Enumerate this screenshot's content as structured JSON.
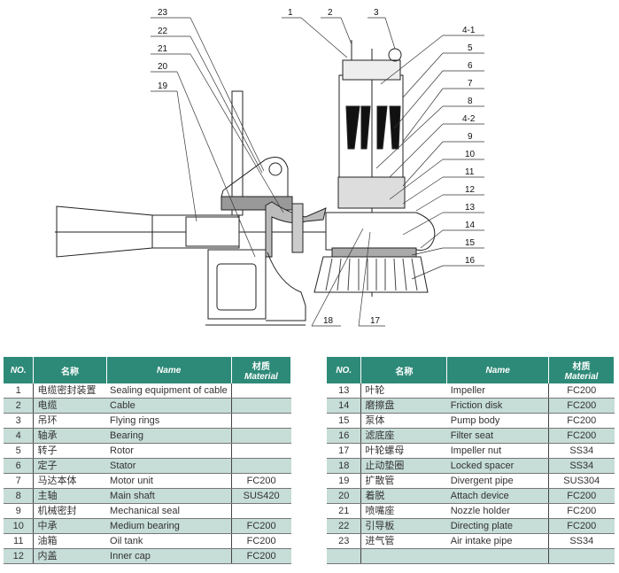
{
  "diagram": {
    "labels": [
      "1",
      "2",
      "3",
      "4-1",
      "5",
      "6",
      "7",
      "8",
      "4-2",
      "9",
      "10",
      "11",
      "12",
      "13",
      "14",
      "15",
      "16",
      "17",
      "18",
      "19",
      "20",
      "21",
      "22",
      "23"
    ]
  },
  "table_headers": {
    "no": "NO.",
    "cn": "名称",
    "name": "Name",
    "material_cn": "材质",
    "material_en": "Material"
  },
  "parts_left": [
    {
      "no": "1",
      "cn": "电缆密封装置",
      "name": "Sealing equipment of cable",
      "material": ""
    },
    {
      "no": "2",
      "cn": "电缆",
      "name": "Cable",
      "material": ""
    },
    {
      "no": "3",
      "cn": "吊环",
      "name": "Flying rings",
      "material": ""
    },
    {
      "no": "4",
      "cn": "轴承",
      "name": "Bearing",
      "material": ""
    },
    {
      "no": "5",
      "cn": "转子",
      "name": "Rotor",
      "material": ""
    },
    {
      "no": "6",
      "cn": "定子",
      "name": "Stator",
      "material": ""
    },
    {
      "no": "7",
      "cn": "马达本体",
      "name": "Motor unit",
      "material": "FC200"
    },
    {
      "no": "8",
      "cn": "主轴",
      "name": "Main shaft",
      "material": "SUS420"
    },
    {
      "no": "9",
      "cn": "机械密封",
      "name": "Mechanical seal",
      "material": ""
    },
    {
      "no": "10",
      "cn": "中承",
      "name": "Medium bearing",
      "material": "FC200"
    },
    {
      "no": "11",
      "cn": "油箱",
      "name": "Oil tank",
      "material": "FC200"
    },
    {
      "no": "12",
      "cn": "内盖",
      "name": "Inner cap",
      "material": "FC200"
    }
  ],
  "parts_right": [
    {
      "no": "13",
      "cn": "叶轮",
      "name": "Impeller",
      "material": "FC200"
    },
    {
      "no": "14",
      "cn": "磨擦盘",
      "name": "Friction disk",
      "material": "FC200"
    },
    {
      "no": "15",
      "cn": "泵体",
      "name": "Pump body",
      "material": "FC200"
    },
    {
      "no": "16",
      "cn": "滤底座",
      "name": "Filter seat",
      "material": "FC200"
    },
    {
      "no": "17",
      "cn": "叶轮螺母",
      "name": "Impeller nut",
      "material": "SS34"
    },
    {
      "no": "18",
      "cn": "止动垫圈",
      "name": "Locked spacer",
      "material": "SS34"
    },
    {
      "no": "19",
      "cn": "扩散管",
      "name": "Divergent pipe",
      "material": "SUS304"
    },
    {
      "no": "20",
      "cn": "着脱",
      "name": "Attach device",
      "material": "FC200"
    },
    {
      "no": "21",
      "cn": "喷嘴座",
      "name": "Nozzle holder",
      "material": "FC200"
    },
    {
      "no": "22",
      "cn": "引导板",
      "name": "Directing plate",
      "material": "FC200"
    },
    {
      "no": "23",
      "cn": "进气管",
      "name": "Air intake pipe",
      "material": "SS34"
    },
    {
      "no": "",
      "cn": "",
      "name": "",
      "material": ""
    }
  ]
}
